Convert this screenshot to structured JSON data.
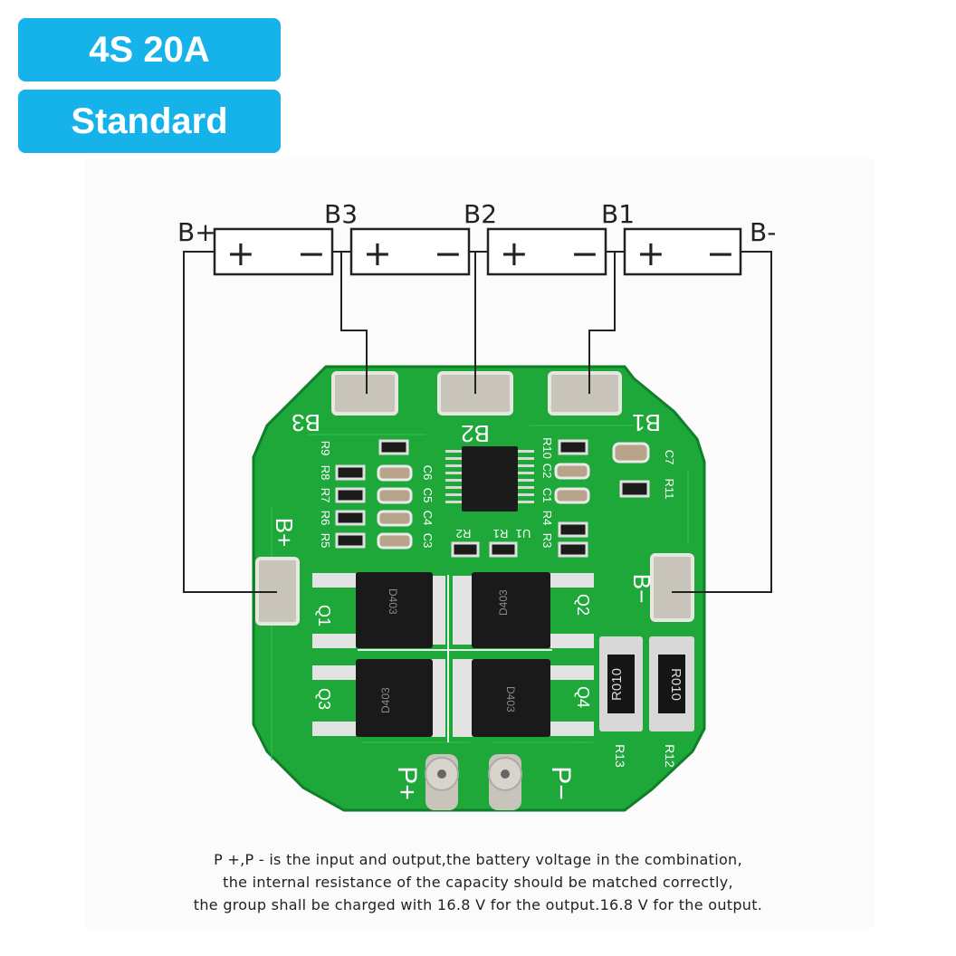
{
  "badges": {
    "spec": "4S 20A",
    "type": "Standard"
  },
  "terminals": {
    "b_plus": "B+",
    "b3": "B3",
    "b2": "B2",
    "b1": "B1",
    "b_minus": "B-"
  },
  "cell_signs": {
    "plus": "+",
    "minus": "−"
  },
  "board": {
    "pad_b3": "B3",
    "pad_b2": "B2",
    "pad_b1": "B1",
    "pad_b_plus": "B+",
    "pad_b_minus": "B−",
    "p_plus": "P+",
    "p_minus": "P−",
    "q1": "Q1",
    "q2": "Q2",
    "q3": "Q3",
    "q4": "Q4",
    "r12": "R12",
    "r13": "R13",
    "r11": "R11",
    "shunt_text": "R010",
    "left_resistor_labels": [
      "R9",
      "R8",
      "R7",
      "R6",
      "R5"
    ],
    "left_cap_labels": [
      "C6",
      "C5",
      "C4",
      "C3"
    ],
    "right_labels": [
      "R10",
      "C2",
      "C1",
      "R4",
      "R3"
    ],
    "c7": "C7",
    "r2": "R2",
    "r1": "R1",
    "u1": "U1",
    "mosfet_marks": [
      "D403",
      "D403",
      "D403",
      "D403"
    ]
  },
  "caption": [
    "P +,P - is the input and output,the battery voltage in the combination,",
    "the internal resistance of the capacity should be matched correctly,",
    "the group shall be charged with 16.8 V for the output.16.8 V for the output."
  ],
  "colors": {
    "badge": "#16b3ea",
    "pcb": "#1fa83a",
    "pcb_dark": "#0f7f2a",
    "pad": "#c9c4ba"
  }
}
